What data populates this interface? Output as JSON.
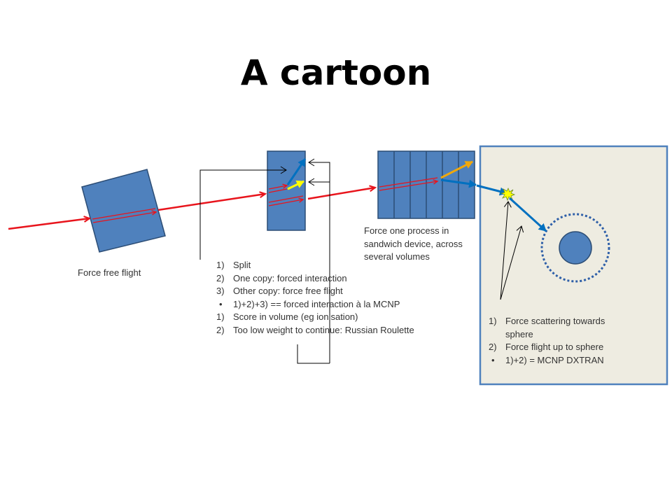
{
  "title": "A cartoon",
  "captions": {
    "free_flight": "Force free flight",
    "sandwich": [
      "Force one process in",
      "sandwich device, across",
      "several volumes"
    ]
  },
  "split_list": [
    {
      "marker": "1)",
      "text": "Split"
    },
    {
      "marker": "2)",
      "text": "One copy: forced interaction"
    },
    {
      "marker": "3)",
      "text": "Other copy: force free flight"
    },
    {
      "marker": "•",
      "text": "1)+2)+3) == forced interaction à la MCNP"
    },
    {
      "marker": "1)",
      "text": "Score in volume (eg ionisation)"
    },
    {
      "marker": "2)",
      "text": "Too low weight to continue: Russian Roulette"
    }
  ],
  "dxtran_list": [
    {
      "marker": "1)",
      "text": [
        "Force scattering towards",
        "sphere"
      ]
    },
    {
      "marker": "2)",
      "text": [
        "Force flight up to sphere"
      ]
    },
    {
      "marker": "•",
      "text": [
        "1)+2) = MCNP DXTRAN"
      ]
    }
  ],
  "colors": {
    "volume_fill": "#4f81bd",
    "volume_stroke": "#2c4d75",
    "track": "#e8141c",
    "scatter_arrow": "#0070c0",
    "split_arrow": "#ffff00",
    "sandwich_arrow": "#f0a80c",
    "panel_fill": "#eeece1",
    "sphere_dots": "#2e5fa8"
  }
}
